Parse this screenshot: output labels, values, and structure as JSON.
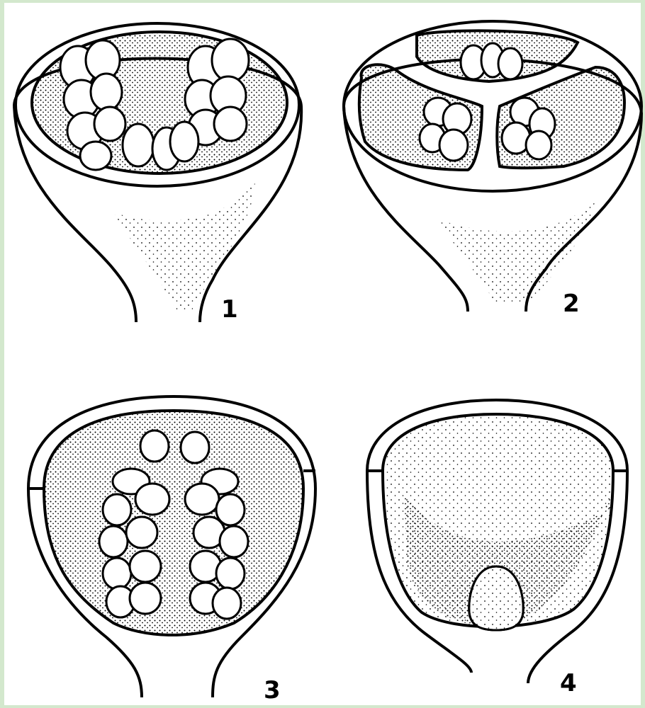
{
  "figures": [
    {
      "label": "1"
    },
    {
      "label": "2"
    },
    {
      "label": "3"
    },
    {
      "label": "4"
    }
  ],
  "colors": {
    "frame": "#d3e8cd",
    "panel": "#ffffff",
    "ink": "#000000"
  }
}
